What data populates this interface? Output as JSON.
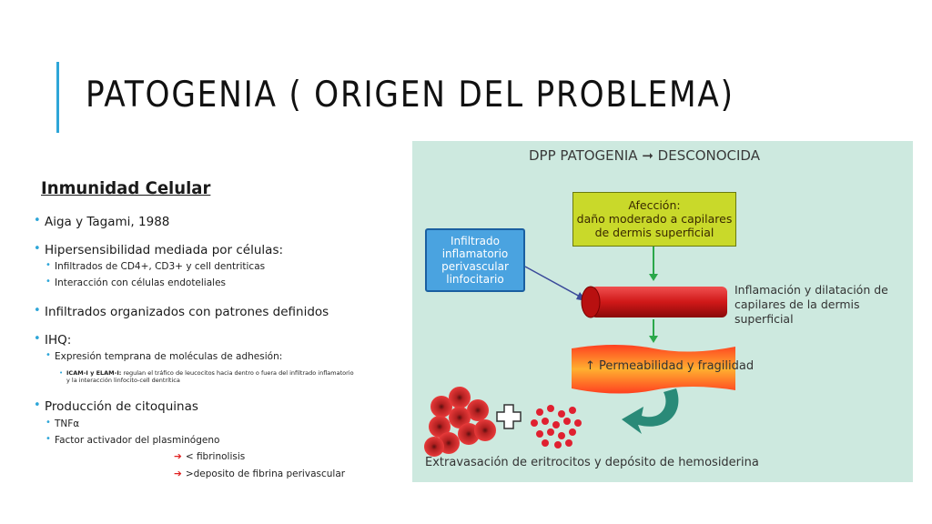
{
  "title": "PATOGENIA ( ORIGEN DEL PROBLEMA)",
  "left": {
    "heading": "Inmunidad Celular",
    "items": [
      {
        "label": "Aiga y Tagami, 1988"
      },
      {
        "label": "Hipersensibilidad mediada por células:",
        "sub": [
          "Infiltrados de CD4+, CD3+ y cell dentriticas",
          "Interacción con células endoteliales"
        ]
      },
      {
        "label": "Infiltrados organizados con patrones definidos"
      },
      {
        "label": "IHQ:",
        "sub": [
          "Expresión temprana de moléculas de adhesión:"
        ],
        "subsub_bold": "ICAM-I y ELAM-I:",
        "subsub_text": " regulan el tráfico de leucocitos hacia dentro o fuera del infiltrado inflamatorio y la interacción linfocito-cell dentrítica"
      },
      {
        "label": "Producción de citoquinas",
        "sub": [
          "TNFα",
          "Factor activador del plasminógeno"
        ]
      }
    ],
    "arrows": [
      "< fibrinolisis",
      ">deposito de fibrina perivascular"
    ]
  },
  "diagram": {
    "title": "DPP PATOGENIA ➞ DESCONOCIDA",
    "box_yellow": [
      "Afección:",
      "daño moderado a capilares",
      "de dermis superficial"
    ],
    "box_blue": [
      "Infiltrado",
      "inflamatorio",
      "perivascular",
      "linfocitario"
    ],
    "inflammation": [
      "Inflamación y dilatación de",
      "capilares de la dermis superficial"
    ],
    "permeability": "↑ Permeabilidad y fragilidad",
    "extravasation": "Extravasación de eritrocitos y depósito de hemosiderina",
    "colors": {
      "background": "#cde9df",
      "yellow_box": "#c9d92a",
      "blue_box": "#4aa3e0",
      "vessel": "#d02020",
      "arrow": "#2aa84a"
    }
  }
}
